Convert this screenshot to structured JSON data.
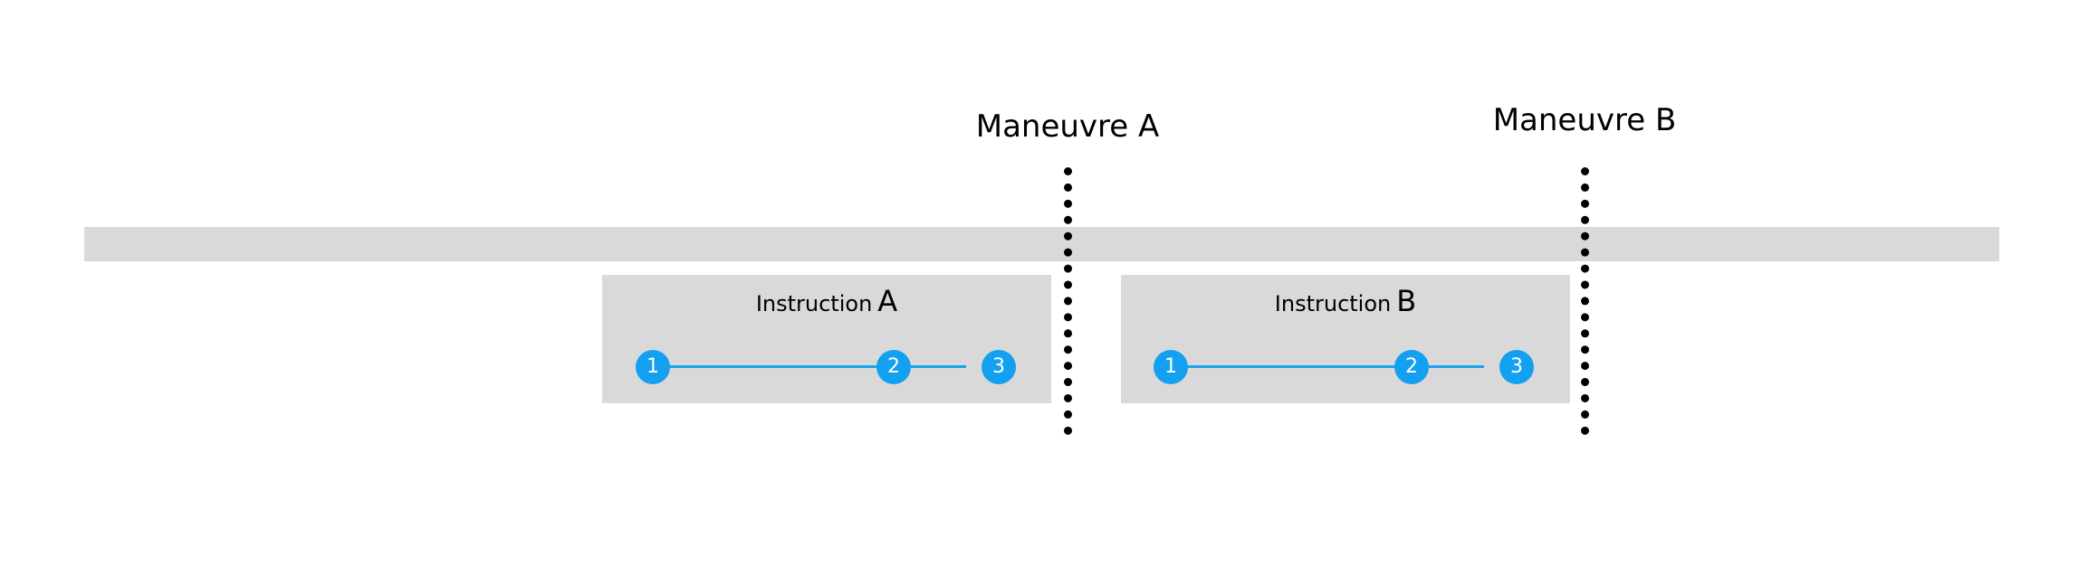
{
  "maneuvers": [
    {
      "label": "Maneuvre A"
    },
    {
      "label": "Maneuvre B"
    }
  ],
  "instructions": [
    {
      "word": "Instruction",
      "letter": "A",
      "steps": [
        "1",
        "2",
        "3"
      ]
    },
    {
      "word": "Instruction",
      "letter": "B",
      "steps": [
        "1",
        "2",
        "3"
      ]
    }
  ],
  "colors": {
    "road": "#d9d9d9",
    "instruction_box": "#d9d9d9",
    "step_fill": "#14a0f0",
    "track_line": "#1aa3f0",
    "maneuver_line": "#000000"
  }
}
